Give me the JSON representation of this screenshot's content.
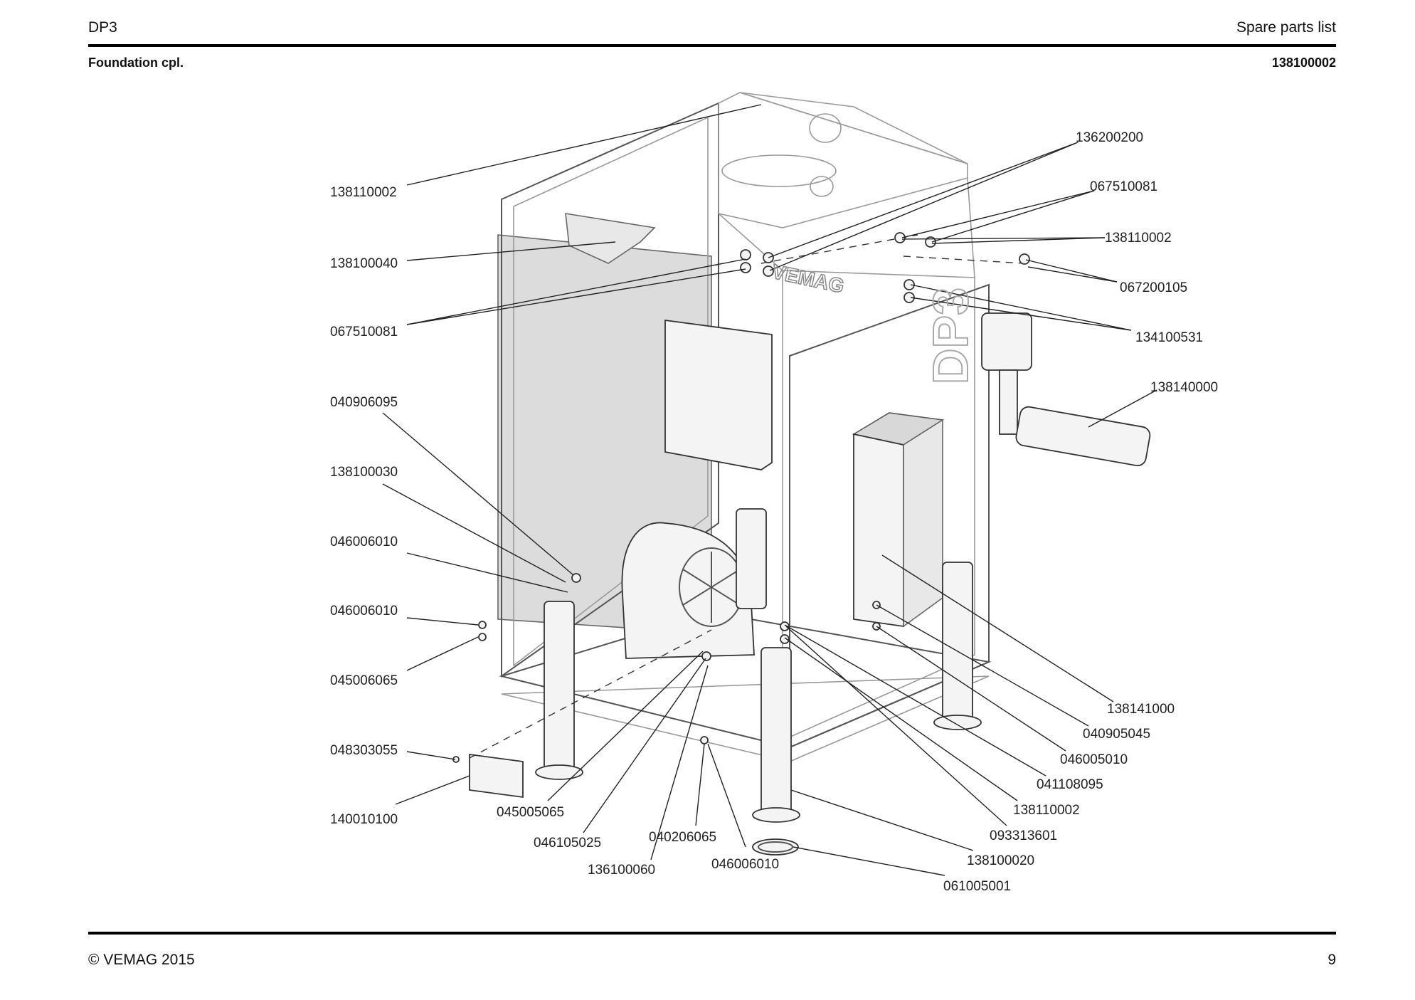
{
  "header": {
    "doc_code": "DP3",
    "doc_type": "Spare parts list",
    "assembly_name": "Foundation cpl.",
    "assembly_number": "138100002"
  },
  "footer": {
    "copyright": "© VEMAG 2015",
    "page_number": "9"
  },
  "drawing": {
    "brand_marking": "VEMAG",
    "model_marking": "DP3",
    "labels": {
      "l01": "138110002",
      "l02": "138100040",
      "l03": "067510081",
      "l04": "040906095",
      "l05": "138100030",
      "l06": "046006010",
      "l07": "046006010",
      "l08": "045006065",
      "l09": "048303055",
      "l10": "140010100",
      "l11": "045005065",
      "l12": "046105025",
      "l13": "136100060",
      "l14": "040206065",
      "l15": "046006010",
      "l16": "136200200",
      "l17": "067510081",
      "l18": "138110002",
      "l19": "067200105",
      "l20": "134100531",
      "l21": "138140000",
      "l22": "138141000",
      "l23": "040905045",
      "l24": "046005010",
      "l25": "041108095",
      "l26": "138110002",
      "l27": "093313601",
      "l28": "138100020",
      "l29": "061005001"
    }
  }
}
